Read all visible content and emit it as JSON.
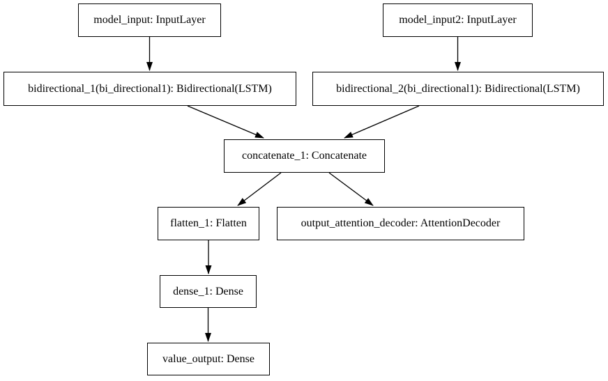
{
  "diagram": {
    "kind": "neural-network-layer-graph",
    "colors": {
      "background": "#ffffff",
      "node_fill": "#ffffff",
      "node_border": "#000000",
      "text": "#000000",
      "edge": "#000000"
    },
    "nodes": [
      {
        "id": "model_input",
        "label": "model_input: InputLayer"
      },
      {
        "id": "model_input2",
        "label": "model_input2: InputLayer"
      },
      {
        "id": "bidirectional_1",
        "label": "bidirectional_1(bi_directional1): Bidirectional(LSTM)"
      },
      {
        "id": "bidirectional_2",
        "label": "bidirectional_2(bi_directional1): Bidirectional(LSTM)"
      },
      {
        "id": "concatenate_1",
        "label": "concatenate_1: Concatenate"
      },
      {
        "id": "flatten_1",
        "label": "flatten_1: Flatten"
      },
      {
        "id": "output_attention_decoder",
        "label": "output_attention_decoder: AttentionDecoder"
      },
      {
        "id": "dense_1",
        "label": "dense_1: Dense"
      },
      {
        "id": "value_output",
        "label": "value_output: Dense"
      }
    ],
    "edges": [
      {
        "from": "model_input",
        "to": "bidirectional_1"
      },
      {
        "from": "model_input2",
        "to": "bidirectional_2"
      },
      {
        "from": "bidirectional_1",
        "to": "concatenate_1"
      },
      {
        "from": "bidirectional_2",
        "to": "concatenate_1"
      },
      {
        "from": "concatenate_1",
        "to": "flatten_1"
      },
      {
        "from": "concatenate_1",
        "to": "output_attention_decoder"
      },
      {
        "from": "flatten_1",
        "to": "dense_1"
      },
      {
        "from": "dense_1",
        "to": "value_output"
      }
    ]
  }
}
